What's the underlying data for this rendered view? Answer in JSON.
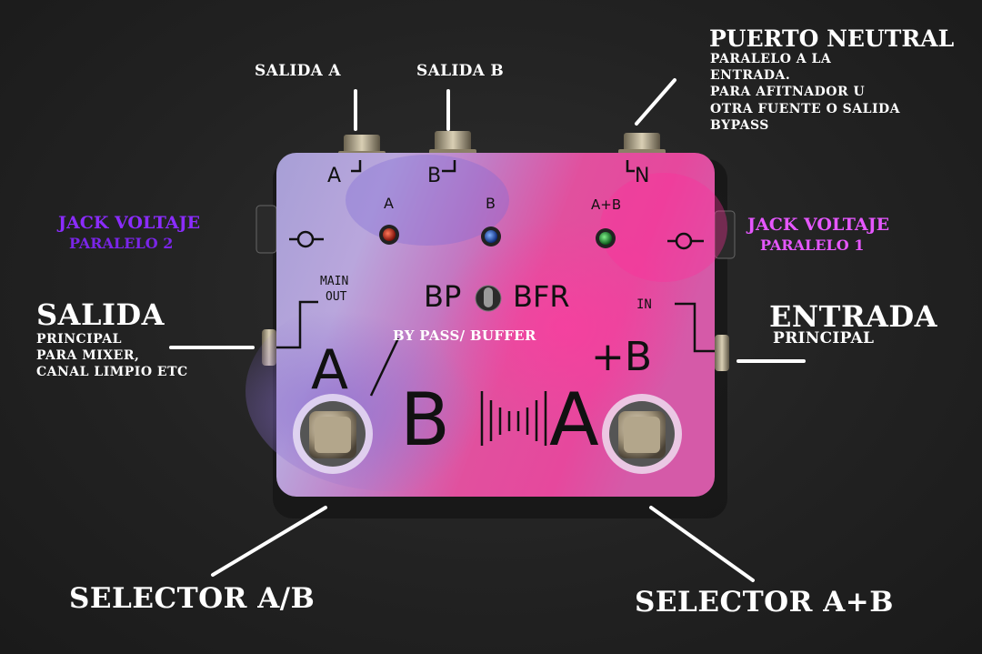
{
  "labels": {
    "salida_a": "SALIDA A",
    "salida_b": "SALIDA B",
    "puerto_neutral": "PUERTO NEUTRAL",
    "puerto_neutral_desc": [
      "PARALELO A LA",
      "ENTRADA.",
      "PARA AFITNADOR U",
      "OTRA FUENTE O SALIDA",
      "BYPASS"
    ],
    "jack_voltaje_left": "JACK VOLTAJE",
    "paralelo_2": "PARALELO 2",
    "jack_voltaje_right": "JACK VOLTAJE",
    "paralelo_1": "PARALELO 1",
    "salida": "SALIDA",
    "salida_desc": [
      "PRINCIPAL",
      "PARA MIXER,",
      "CANAL LIMPIO ETC"
    ],
    "entrada": "ENTRADA",
    "entrada_desc": "PRINCIPAL",
    "bypass_buffer": "BY PASS/ BUFFER",
    "selector_ab": "SELECTOR A/B",
    "selector_apb": "SELECTOR A+B"
  },
  "pedal": {
    "jack_a": "A",
    "jack_b": "B",
    "jack_n": "N",
    "led_a": "A",
    "led_b": "B",
    "led_ab": "A+B",
    "main_out": [
      "MAIN",
      "OUT"
    ],
    "in": "IN",
    "bp": "BP",
    "bfr": "BFR",
    "big_a": "A",
    "big_b": "B",
    "big_a2": "A",
    "plus_b": "+B"
  },
  "colors": {
    "led_a": "#c8261a",
    "led_b": "#1f55c8",
    "led_ab": "#1e9a3a",
    "label_left_jack": "#8b2cff",
    "label_right_jack": "#e657ff"
  }
}
